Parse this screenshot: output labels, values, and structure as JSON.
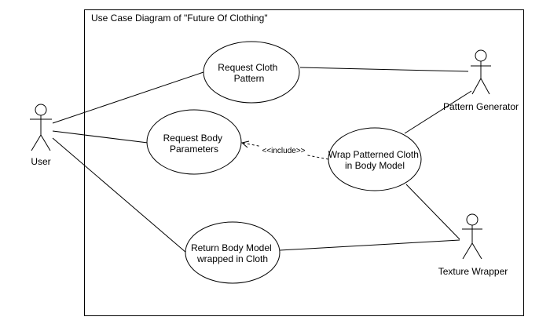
{
  "diagram": {
    "title": "Use Case Diagram of \"Future Of Clothing\"",
    "actors": [
      {
        "id": "user",
        "label": "User"
      },
      {
        "id": "pattern-generator",
        "label": "Pattern Generator"
      },
      {
        "id": "texture-wrapper",
        "label": "Texture Wrapper"
      }
    ],
    "use_cases": [
      {
        "id": "request-cloth-pattern",
        "lines": [
          "Request Cloth",
          "Pattern"
        ]
      },
      {
        "id": "request-body-parameters",
        "lines": [
          "Request Body",
          "Parameters"
        ]
      },
      {
        "id": "wrap-patterned-cloth",
        "lines": [
          "Wrap Patterned Cloth",
          "in Body Model"
        ]
      },
      {
        "id": "return-body-model",
        "lines": [
          "Return Body Model",
          "wrapped in Cloth"
        ]
      }
    ],
    "include_label": "<<include>>",
    "associations": [
      {
        "from": "user",
        "to": "request-cloth-pattern"
      },
      {
        "from": "user",
        "to": "request-body-parameters"
      },
      {
        "from": "user",
        "to": "return-body-model"
      },
      {
        "from": "pattern-generator",
        "to": "request-cloth-pattern"
      },
      {
        "from": "pattern-generator",
        "to": "wrap-patterned-cloth"
      },
      {
        "from": "texture-wrapper",
        "to": "wrap-patterned-cloth"
      },
      {
        "from": "texture-wrapper",
        "to": "return-body-model"
      }
    ],
    "includes": [
      {
        "from": "wrap-patterned-cloth",
        "to": "request-body-parameters"
      }
    ],
    "colors": {
      "stroke": "#000000",
      "background": "#ffffff"
    }
  }
}
